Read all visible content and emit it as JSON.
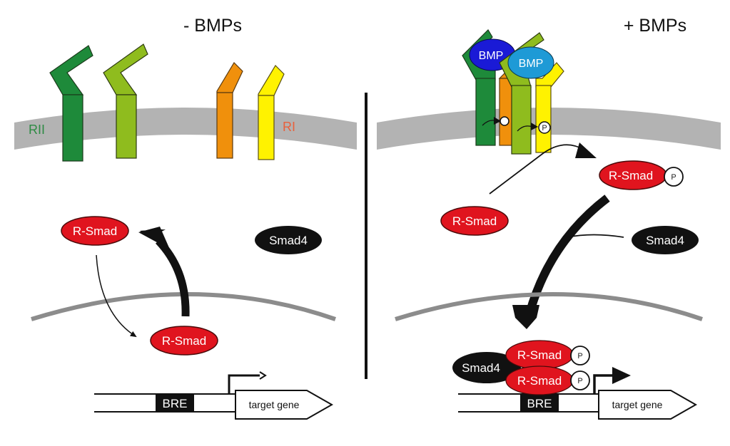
{
  "panels": {
    "left": {
      "title": "- BMPs",
      "receptor_type2_label": "RII",
      "receptor_type1_label": "RI",
      "cytoplasm_rsmad": "R-Smad",
      "cytoplasm_smad4": "Smad4",
      "nuclear_rsmad": "R-Smad",
      "bre_label": "BRE",
      "gene_label": "target gene"
    },
    "right": {
      "title": "+ BMPs",
      "ligand_1": "BMP",
      "ligand_2": "BMP",
      "phospho_label": "P",
      "cytoplasm_rsmad": "R-Smad",
      "phospho_rsmad": "R-Smad",
      "phospho_rsmad_p": "P",
      "cytoplasm_smad4": "Smad4",
      "complex_smad4": "Smad4",
      "complex_rsmad_1": "R-Smad",
      "complex_rsmad_1_p": "P",
      "complex_rsmad_2": "R-Smad",
      "complex_rsmad_2_p": "P",
      "bre_label": "BRE",
      "gene_label": "target gene"
    }
  },
  "colors": {
    "membrane": "#b3b3b3",
    "nuclear_membrane": "#8c8c8c",
    "rii_dark_green": "#1e8a3a",
    "rii_light_green": "#8fbc1e",
    "ri_orange": "#f0900c",
    "ri_yellow": "#fff200",
    "rsmad_red": "#e0141e",
    "smad4_black": "#111111",
    "bmp_dark_blue": "#1a1ad6",
    "bmp_light_blue": "#1e9ad6",
    "rii_label_color": "#2e8b44",
    "ri_label_color": "#e8603c"
  }
}
